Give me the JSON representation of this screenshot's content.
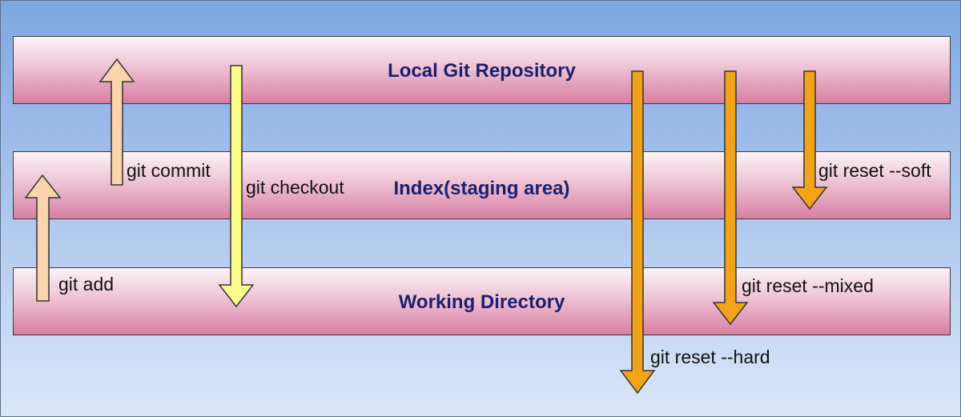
{
  "areas": {
    "repository": "Local Git Repository",
    "index": "Index(staging area)",
    "working": "Working Directory"
  },
  "commands": {
    "commit": "git commit",
    "add": "git add",
    "checkout": "git checkout",
    "reset_soft": "git reset --soft",
    "reset_mixed": "git reset --mixed",
    "reset_hard": "git reset --hard"
  },
  "colors": {
    "label_text": "#1a1f6e",
    "arrow_commit_add": "#f9d4ad",
    "arrow_checkout": "#fbfb8c",
    "arrow_reset": "#f2a318",
    "band_top": "#fbf3f7",
    "band_bottom": "#d87fa2"
  }
}
